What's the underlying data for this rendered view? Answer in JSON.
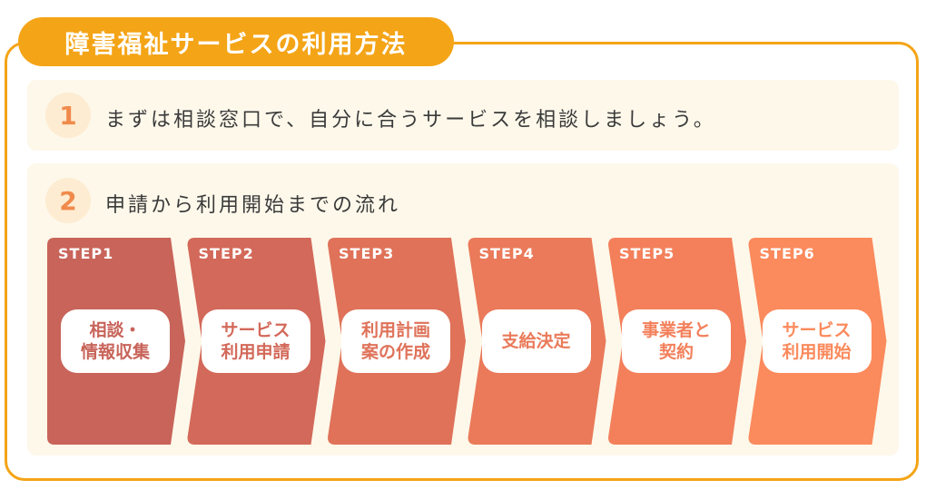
{
  "title": "障害福祉サービスの利用方法",
  "sections": [
    {
      "number": "1",
      "text": "まずは相談窓口で、自分に合うサービスを相談しましょう。"
    },
    {
      "number": "2",
      "text": "申請から利用開始までの流れ"
    }
  ],
  "steps": [
    {
      "label": "STEP1",
      "lines": [
        "相談・",
        "情報収集"
      ],
      "color": "#c8645a"
    },
    {
      "label": "STEP2",
      "lines": [
        "サービス",
        "利用申請"
      ],
      "color": "#d3695a"
    },
    {
      "label": "STEP3",
      "lines": [
        "利用計画",
        "案の作成"
      ],
      "color": "#df7259"
    },
    {
      "label": "STEP4",
      "lines": [
        "支給決定"
      ],
      "color": "#ea7a5a"
    },
    {
      "label": "STEP5",
      "lines": [
        "事業者と",
        "契約"
      ],
      "color": "#f3805b"
    },
    {
      "label": "STEP6",
      "lines": [
        "サービス",
        "利用開始"
      ],
      "color": "#fb8a5c"
    }
  ],
  "colors": {
    "accent": "#f4a417",
    "panel": "#fdf8ea",
    "number": "#f08a4b"
  }
}
